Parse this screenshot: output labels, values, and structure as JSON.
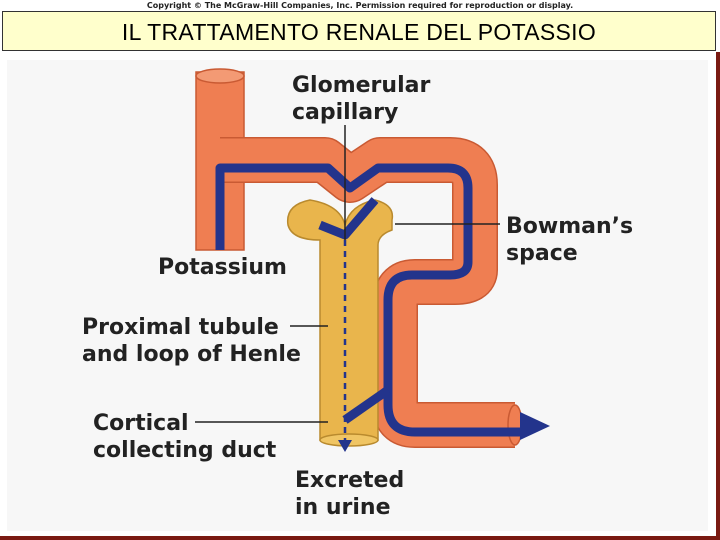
{
  "copyright": "Copyright © The McGraw-Hill Companies, Inc. Permission required for reproduction or display.",
  "title": "IL TRATTAMENTO RENALE DEL POTASSIO",
  "labels": {
    "glomerular": [
      "Glomerular",
      "capillary"
    ],
    "bowman": [
      "Bowman’s",
      "space"
    ],
    "potassium": "Potassium",
    "proximal": [
      "Proximal tubule",
      "and loop of Henle"
    ],
    "cortical": [
      "Cortical",
      "collecting duct"
    ],
    "excreted": [
      "Excreted",
      "in urine"
    ]
  },
  "colors": {
    "capillary": "#ef7e52",
    "capillary_edge": "#c95a33",
    "flow": "#23348c",
    "tubule": "#e9b54c",
    "tubule_edge": "#b98a2e",
    "background": "#f7f7f7",
    "title_bg": "#ffffcc"
  }
}
